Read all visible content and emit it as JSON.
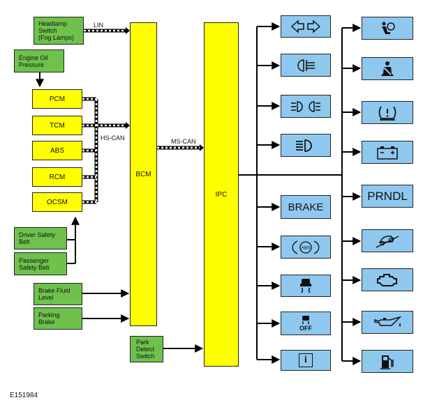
{
  "inputs": {
    "headlamp_switch": "Headlamp\nSwitch\n(Fog Lamps)",
    "engine_oil_pressure": "Engine Oil\nPressure",
    "driver_safety_belt": "Driver Safety\nBelt",
    "passenger_safety_belt": "Passenger\nSafety Belt",
    "brake_fluid_level": "Brake Fluid\nLevel",
    "parking_brake": "Parking\nBrake",
    "park_detect_switch": "Park\nDetect\nSwitch"
  },
  "modules": {
    "pcm": "PCM",
    "tcm": "TCM",
    "abs": "ABS",
    "rcm": "RCM",
    "ocsm": "OCSM",
    "bcm": "BCM",
    "ipc": "IPC"
  },
  "buses": {
    "lin": "LIN",
    "hs_can": "HS-CAN",
    "ms_can": "MS-CAN"
  },
  "indicators": {
    "turn_signals": "turn-signal-arrows-icon",
    "rear_fog": "rear-fog-lamp-icon",
    "front_fog": "front-fog-lamp-icon",
    "high_beam": "high-beam-icon",
    "brake": "BRAKE",
    "abs": "ABS",
    "traction_control": "traction-control-icon",
    "traction_off": "OFF",
    "information": "i",
    "airbag": "airbag-icon",
    "seatbelt": "seatbelt-icon",
    "tpms": "tire-pressure-icon",
    "battery": "battery-icon",
    "prndl": "PRNDL",
    "hill_descent": "hill-descent-icon",
    "check_engine": "check-engine-icon",
    "oil_pressure": "oil-can-icon",
    "fuel": "fuel-pump-icon"
  },
  "colors": {
    "input": "#6ec24b",
    "module": "#ffff00",
    "indicator": "#8fc8ee"
  },
  "figure_id": "E151984"
}
